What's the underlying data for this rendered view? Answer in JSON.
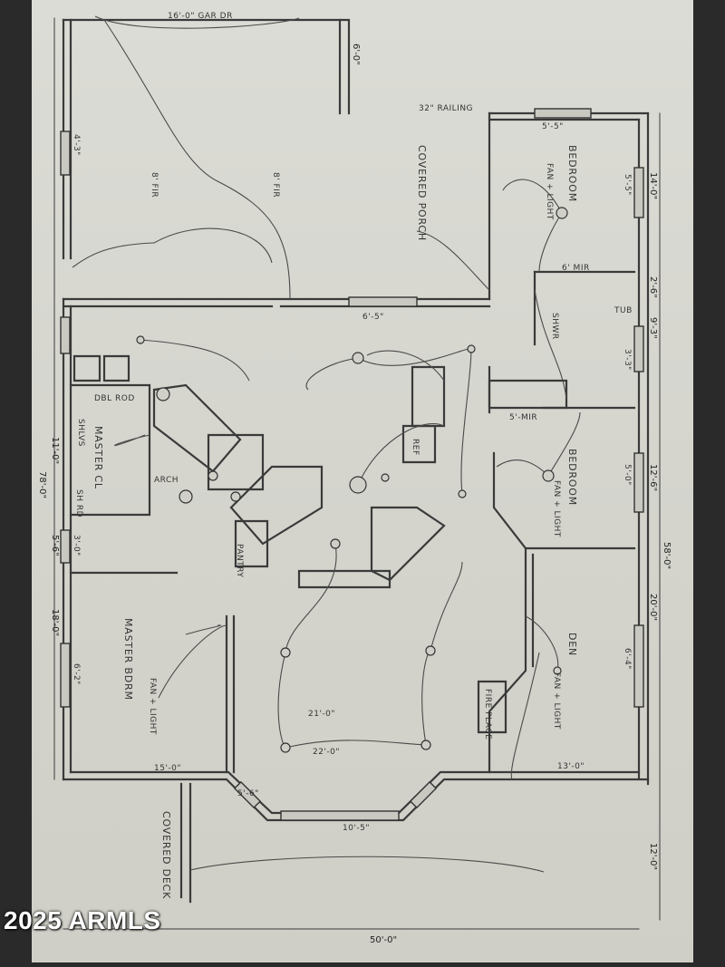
{
  "labels": {
    "garage_door": "16'-0\" GAR DR",
    "garage_depth": "6'-0\"",
    "garage_window": "4'-3\"",
    "fir1": "8' FIR",
    "fir2": "8' FIR",
    "railing": "32\" RAILING",
    "covered_porch": "COVERED PORCH",
    "bedroom1": "BEDROOM",
    "bed1_fan": "FAN + LIGHT",
    "bed1_window": "5'-5\"",
    "bed1_window_top": "5'-5\"",
    "mir1": "6' MIR",
    "shower": "SHWR",
    "tub": "TUB",
    "window_65": "6'-5\"",
    "window_33": "3'-3\"",
    "dbl_rod": "DBL ROD",
    "master_cl": "MASTER CL",
    "shelves": "SHLVS",
    "shelf_rod": "SH RD",
    "arch": "ARCH",
    "ref": "REF",
    "mir2": "5'-MIR",
    "bedroom2": "BEDROOM",
    "bed2_fan": "FAN + LIGHT",
    "bed2_window": "5'-0\"",
    "pantry": "PANTRY",
    "master_bdrm": "MASTER BDRM",
    "master_fan": "FAN + LIGHT",
    "den": "DEN",
    "den_fan": "FAN + LIGHT",
    "fireplace": "FIRE PLACE",
    "covered_deck": "COVERED DECK",
    "window_62": "6'-2\"",
    "window_64": "6'-4\"",
    "window_30": "3'-0\"",
    "window_56": "5'-6\"",
    "window_105": "10'-5\"",
    "dim_21": "21'-0\"",
    "dim_22": "22'-0\"",
    "dim_15": "15'-0\"",
    "dim_13": "13'-0\""
  },
  "dimensions": {
    "left_78": "78'-0\"",
    "left_11": "11'-0\"",
    "left_18": "18'-0\"",
    "left_56": "5'-6\"",
    "right_58": "58'-0\"",
    "right_14": "14'-0\"",
    "right_12a": "12'-6\"",
    "right_20": "20'-0\"",
    "right_12b": "12'-0\"",
    "right_93": "9'-3\"",
    "right_26": "2'-6\"",
    "bottom_50": "50'-0\""
  },
  "watermark": "2025 ARMLS"
}
